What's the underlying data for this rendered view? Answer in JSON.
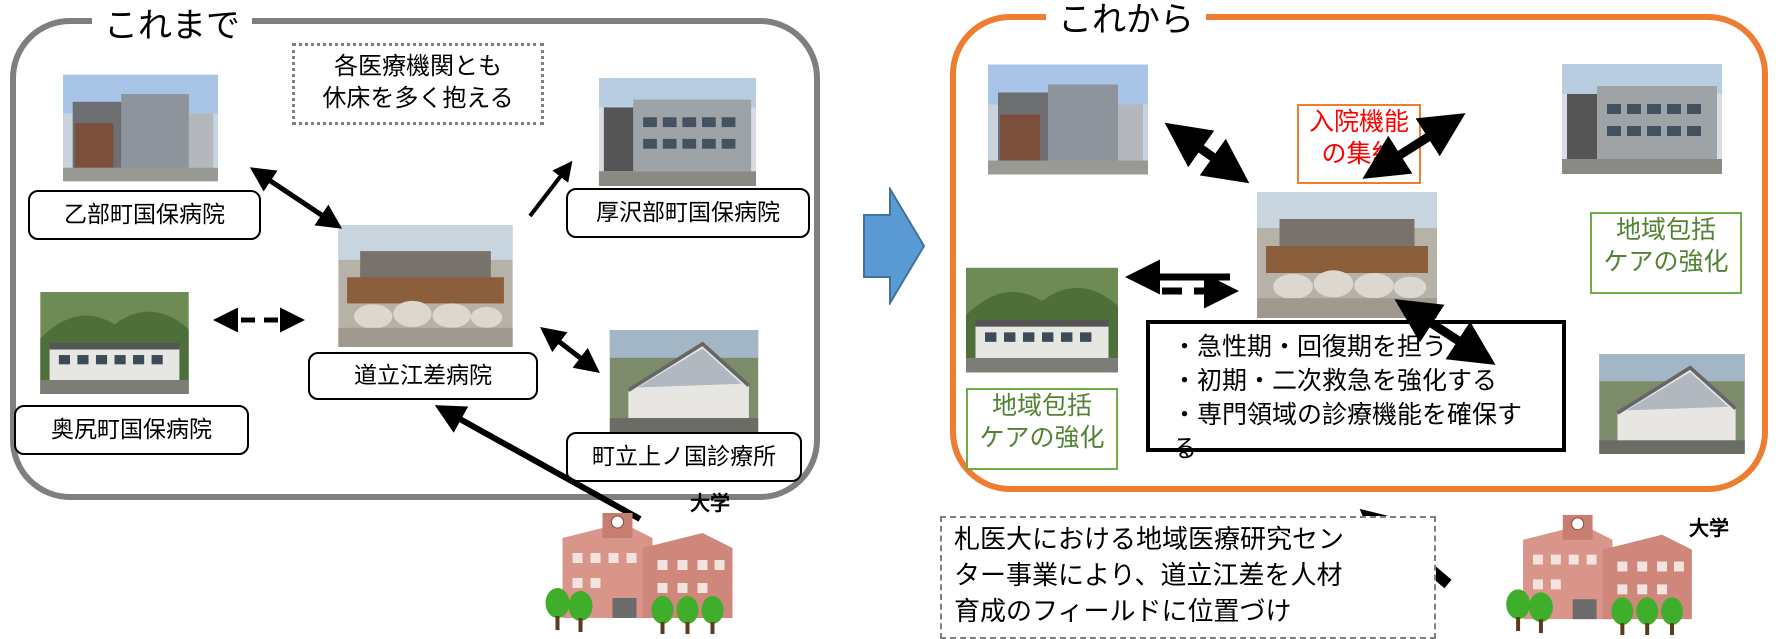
{
  "before": {
    "title": "これまで",
    "note_line1": "各医療機関とも",
    "note_line2": "休床を多く抱える",
    "hospitals": {
      "otobe": "乙部町国保病院",
      "assabu": "厚沢部町国保病院",
      "okushiri": "奥尻町国保病院",
      "esashi": "道立江差病院",
      "kaminokuni": "町立上ノ国診療所"
    },
    "university": "大学"
  },
  "after": {
    "title": "これから",
    "inpatient_line1": "入院機能",
    "inpatient_line2": "の集約",
    "community_line1": "地域包括",
    "community_line2": "ケアの強化",
    "roles": [
      "・急性期・回復期を担う",
      "・初期・二次救急を強化する",
      "・専門領域の診療機能を確保する"
    ],
    "university": "大学",
    "note_line1": "札医大における地域医療研究セン",
    "note_line2": "ター事業により、道立江差を人材",
    "note_line3": "育成のフィールドに位置づけ"
  },
  "colors": {
    "before_frame": "#7f7f7f",
    "after_frame": "#ed7d31",
    "transition_arrow": "#5b9bd5",
    "inpatient_text": "#ff0000",
    "community_text": "#548235",
    "community_border": "#70ad47"
  },
  "icons": {
    "building": "hospital-building-photo",
    "clinic": "clinic-photo",
    "university": "university-building-icon",
    "transition": "right-arrow-icon"
  }
}
